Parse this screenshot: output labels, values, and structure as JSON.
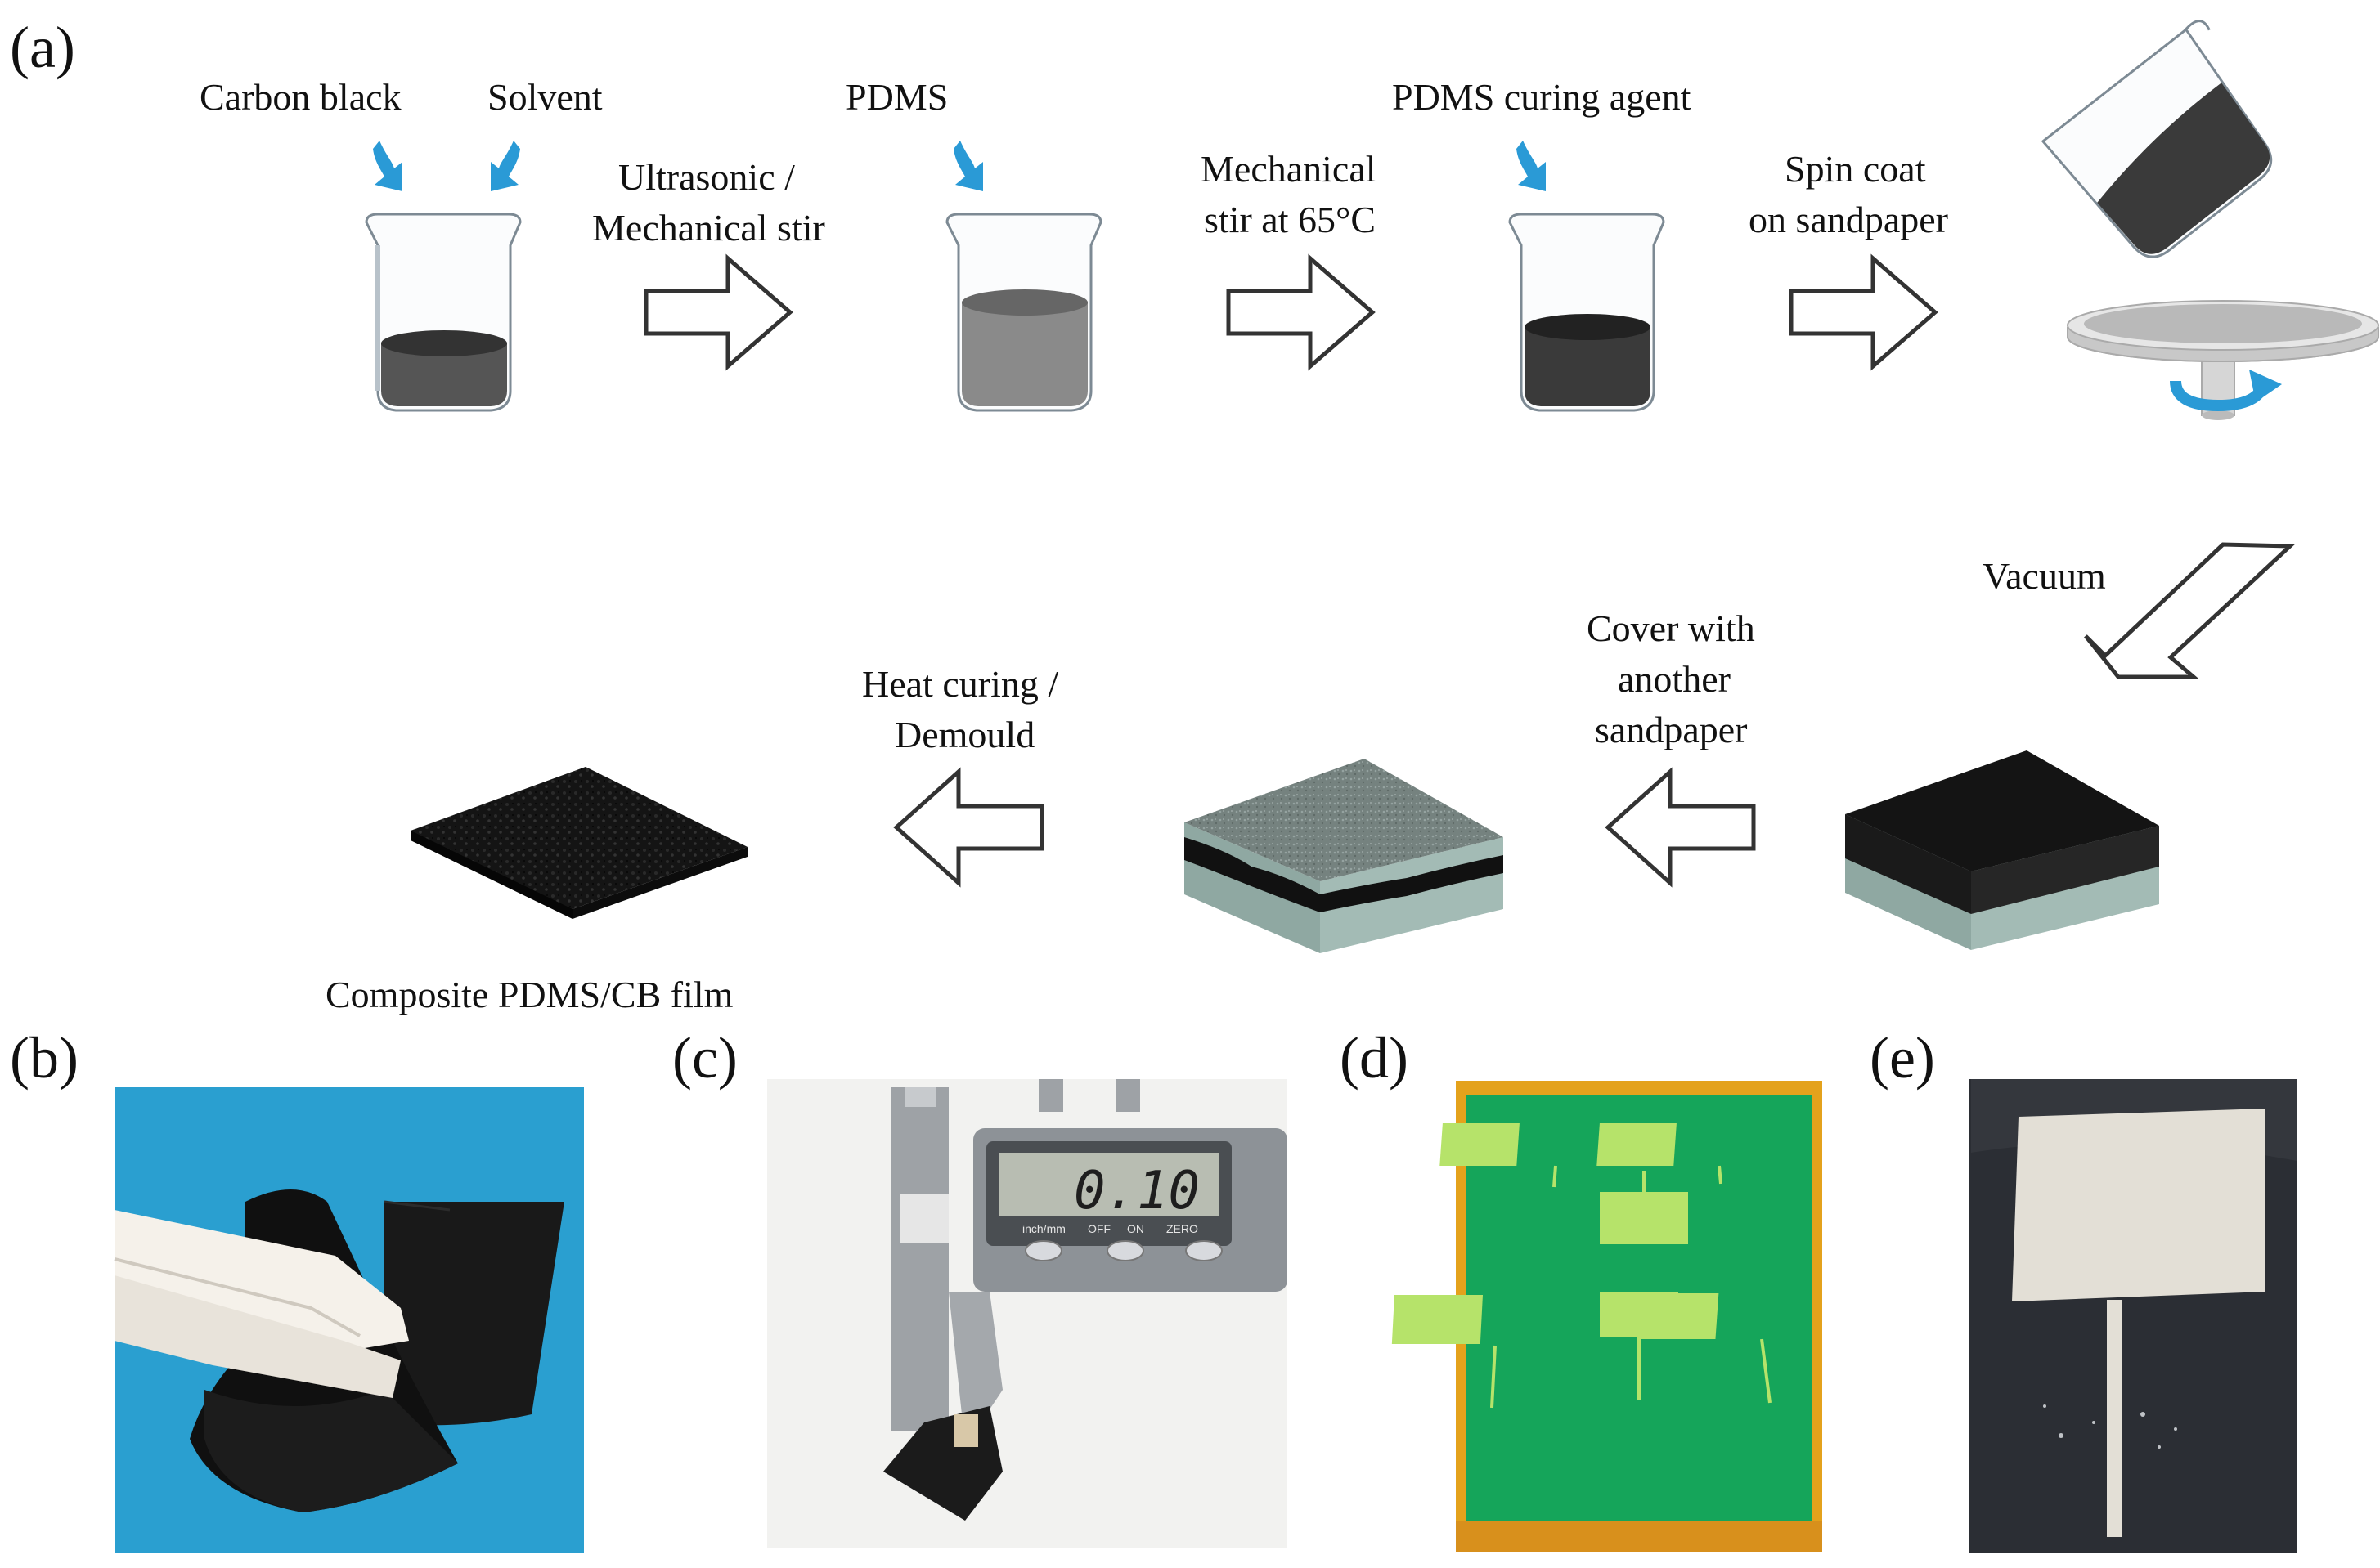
{
  "panels": {
    "a": "(a)",
    "b": "(b)",
    "c": "(c)",
    "d": "(d)",
    "e": "(e)"
  },
  "labels": {
    "carbon_black": "Carbon black",
    "solvent": "Solvent",
    "pdms": "PDMS",
    "pdms_curing_agent": "PDMS curing agent",
    "ultrasonic_line1": "Ultrasonic /",
    "ultrasonic_line2": "Mechanical stir",
    "mech65_line1": "Mechanical",
    "mech65_line2": "stir at 65°C",
    "spin_line1": "Spin coat",
    "spin_line2": "on sandpaper",
    "vacuum": "Vacuum",
    "cover_line1": "Cover with",
    "cover_line2": "another",
    "cover_line3": "sandpaper",
    "heat_line1": "Heat curing /",
    "heat_line2": "Demould",
    "composite": "Composite PDMS/CB film"
  },
  "caliper": {
    "reading": "0.10",
    "buttons": [
      "inch/mm",
      "OFF",
      "ON",
      "ZERO"
    ]
  },
  "colors": {
    "pointer_arrow": "#2a9ad6",
    "photo_b_background": "#2a9fd0",
    "photo_d_board": "#15a55a",
    "photo_d_frame": "#e4a21c",
    "photo_d_pads": "#b6e36a",
    "photo_e_background": "#2b2e34"
  }
}
